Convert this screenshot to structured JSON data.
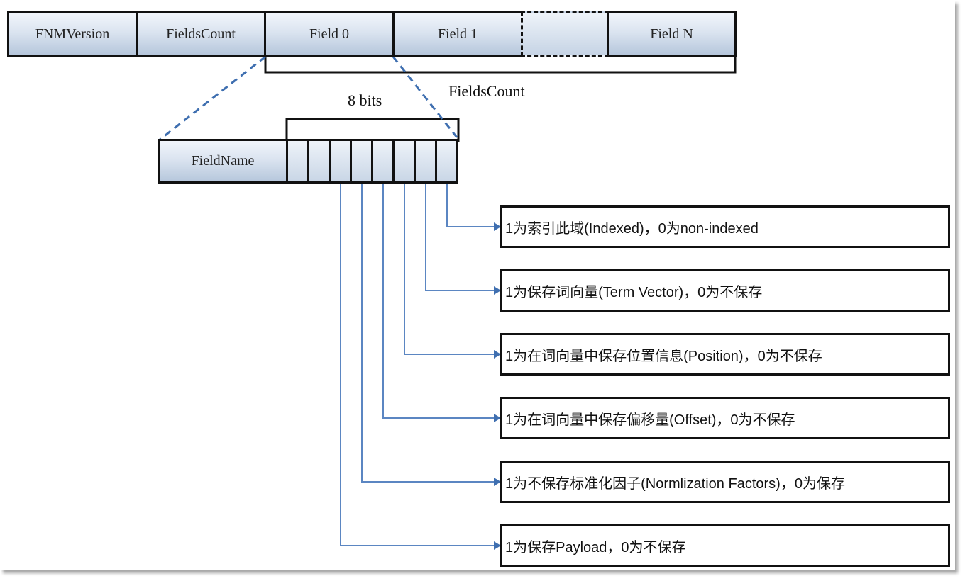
{
  "top_row": {
    "fnm_version": "FNMVersion",
    "fields_count": "FieldsCount",
    "field_0": "Field 0",
    "field_1": "Field 1",
    "field_n": "Field N"
  },
  "brace_label": "FieldsCount",
  "bits_label": "8 bits",
  "field_name": "FieldName",
  "descriptions": [
    "1为索引此域(Indexed)，0为non-indexed",
    "1为保存词向量(Term Vector)，0为不保存",
    "1为在词向量中保存位置信息(Position)，0为不保存",
    "1为在词向量中保存偏移量(Offset)，0为不保存",
    "1为不保存标准化因子(Normlization Factors)，0为保存",
    "1为保存Payload，0为不保存"
  ],
  "colors": {
    "cell_fill": "#c9d6e6",
    "connector": "#4f7fbe",
    "border": "#111111"
  }
}
